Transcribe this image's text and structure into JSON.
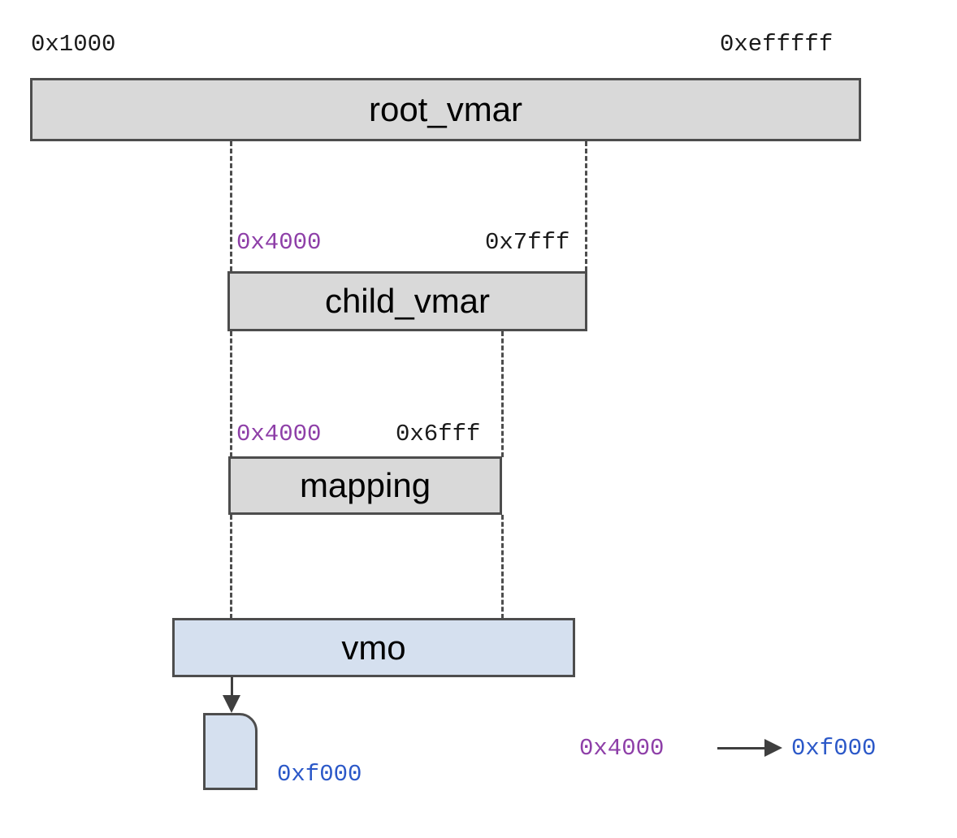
{
  "diagram": {
    "title": "vmar-vmo-mapping-diagram",
    "colors": {
      "virtual_address": "#8e3fa8",
      "physical_address": "#2b58c8",
      "vmar_fill": "#d9d9d9",
      "vmo_fill": "#d5e0ef",
      "stroke": "#4d4d4d"
    },
    "root_range": {
      "start": "0x1000",
      "end": "0xefffff"
    },
    "boxes": [
      {
        "id": "root_vmar",
        "label": "root_vmar",
        "kind": "vmar"
      },
      {
        "id": "child_vmar",
        "label": "child_vmar",
        "kind": "vmar"
      },
      {
        "id": "mapping",
        "label": "mapping",
        "kind": "vmar"
      },
      {
        "id": "vmo",
        "label": "vmo",
        "kind": "vmo"
      }
    ],
    "child_range": {
      "start": "0x4000",
      "end": "0x7fff"
    },
    "mapping_range": {
      "start": "0x4000",
      "end": "0x6fff"
    },
    "page": {
      "address": "0xf000"
    },
    "legend": {
      "virtual": "0x4000",
      "physical": "0xf000"
    }
  }
}
